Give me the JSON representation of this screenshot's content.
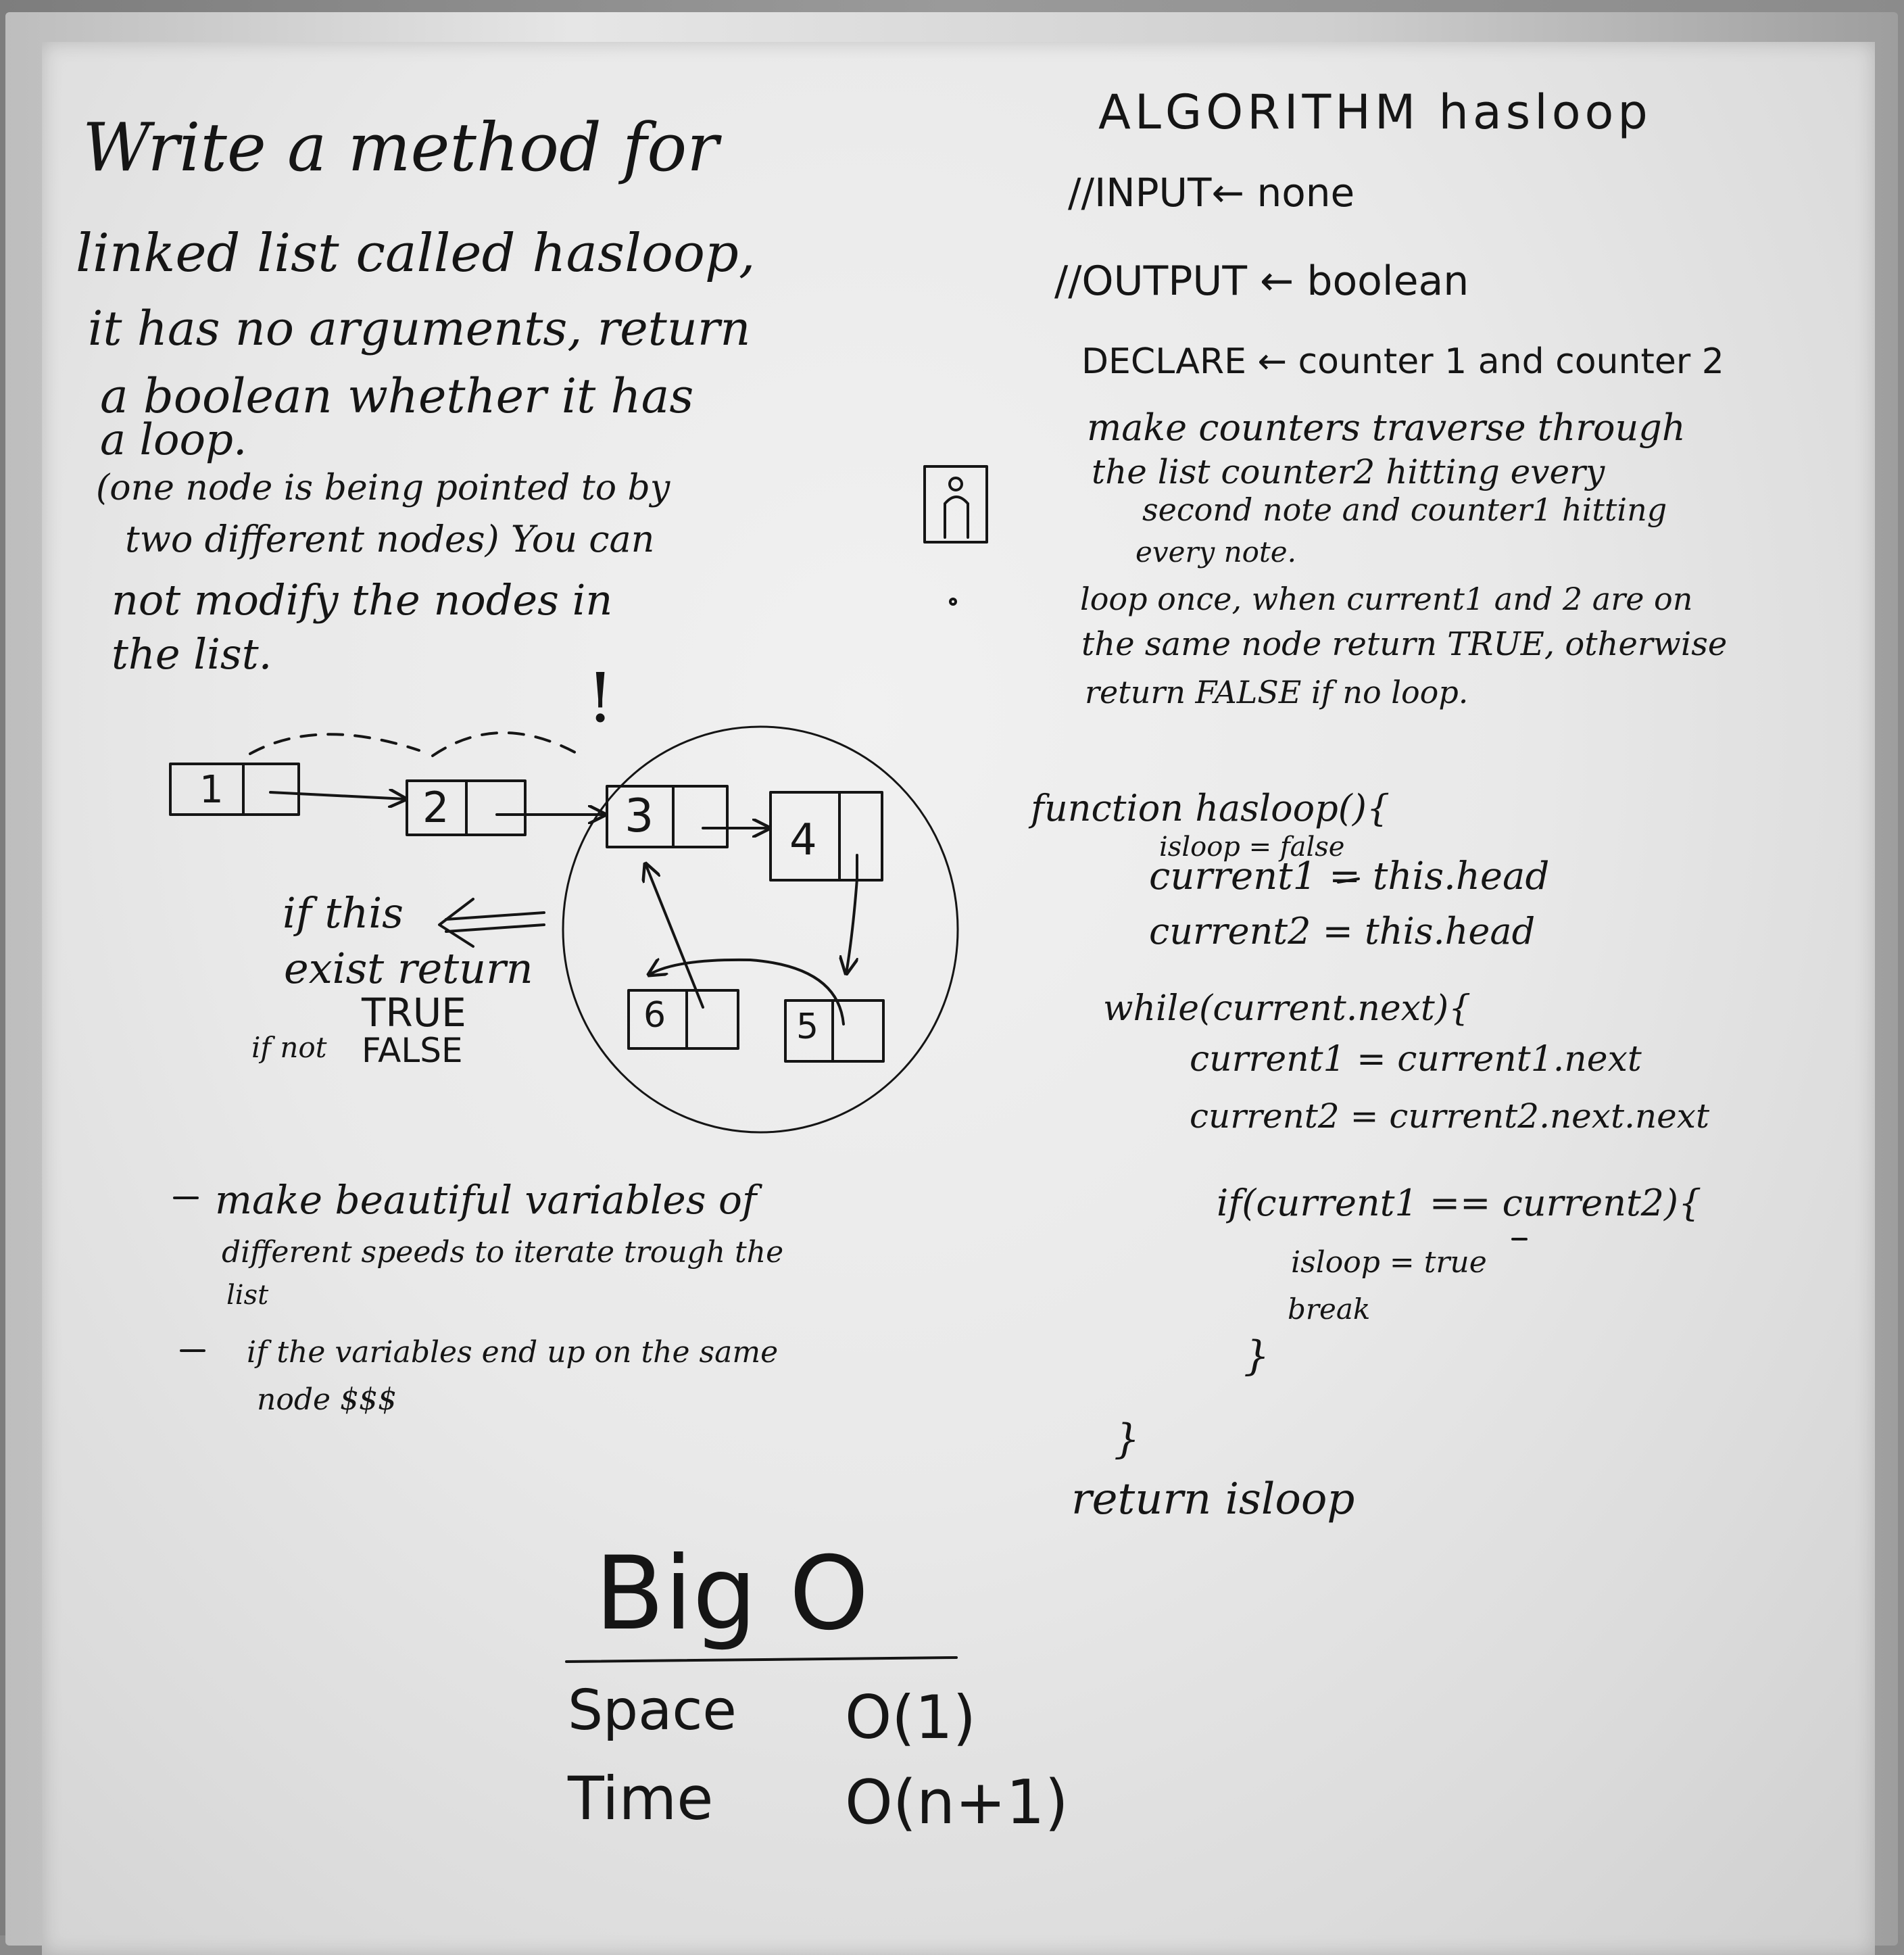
{
  "problem": {
    "lines": [
      "Write a method for",
      "linked list called hasloop,",
      "it has no arguments, return",
      "a boolean whether it has",
      "a loop.",
      "(one node is being pointed to by",
      "two different nodes) You can",
      "not modify the nodes in",
      "the list."
    ]
  },
  "diagram": {
    "exclamation": "!",
    "nodes": [
      "1",
      "2",
      "3",
      "4",
      "5",
      "6"
    ],
    "note_if_this": "if this",
    "note_exist_return": "exist return",
    "note_true": "TRUE",
    "note_if_not": "if not",
    "note_false": "FALSE"
  },
  "approach": {
    "bullets": [
      {
        "line1": "make beautiful variables of",
        "line2": "different speeds to iterate trough the",
        "line3": "list"
      },
      {
        "line1": "if the variables end up on the same",
        "line2": "node $$$"
      }
    ]
  },
  "bigo": {
    "title": "Big O",
    "space_label": "Space",
    "space_value": "O(1)",
    "time_label": "Time",
    "time_value": "O(n+1)"
  },
  "algorithm": {
    "title": "ALGORITHM hasloop",
    "input": "//INPUT← none",
    "output": "//OUTPUT ← boolean",
    "declare": "DECLARE ← counter 1 and counter 2",
    "steps": [
      "make counters traverse through",
      "the list  counter2 hitting every",
      "second note and counter1 hitting",
      "every note.",
      "loop once, when current1 and 2 are on",
      "the same node return TRUE, otherwise",
      "return FALSE if no loop."
    ]
  },
  "code": {
    "lines": [
      "function hasloop(){",
      "isloop = false",
      "current1 = this.head",
      "current2 = this.head",
      "while(current.next){",
      "current1 = current1.next",
      "current2 = current2.next.next",
      "if(current1 == current2){",
      "isloop = true",
      "break",
      "}",
      "}",
      "return isloop"
    ]
  }
}
